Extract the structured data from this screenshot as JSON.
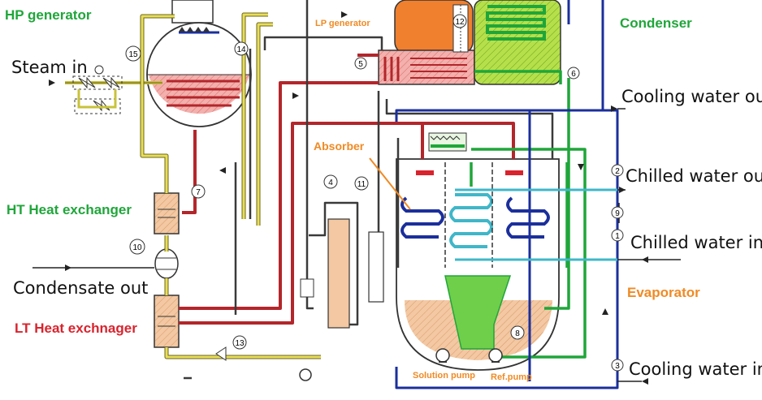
{
  "title_labels": {
    "hp_generator": "HP generator",
    "lp_generator": "LP generator",
    "condenser": "Condenser",
    "absorber": "Absorber",
    "ht_heat_exchanger": "HT Heat exchanger",
    "lt_heat_exchanger": "LT Heat exchnager",
    "evaporator": "Evaporator",
    "solution_pump": "Solution pump",
    "ref_pump": "Ref.pump"
  },
  "io_labels": {
    "steam_in": "Steam in",
    "condensate_out": "Condensate out",
    "cooling_water_out": "Cooling water out",
    "chilled_water_out": "Chilled water out",
    "chilled_water_in": "Chilled water in",
    "cooling_water_in": "Cooling water in"
  },
  "markers": [
    "1",
    "2",
    "3",
    "4",
    "5",
    "6",
    "7",
    "8",
    "9",
    "10",
    "11",
    "12",
    "13",
    "14",
    "15"
  ],
  "colors": {
    "green_label": "#1fa63a",
    "orange_label": "#f08a24",
    "red_label": "#d9232d",
    "hp_pipe": "#c9c23a",
    "red_pipe": "#b3262b",
    "green_pipe": "#2aa84a",
    "blue_pipe": "#1b2f9c",
    "cyan_pipe": "#3fb7c9",
    "lp_fill": "#f07f2e",
    "condenser_fill": "#b6e04a",
    "hp_fill": "#f3b0ad",
    "absorber_fill": "#f3c8a2"
  }
}
